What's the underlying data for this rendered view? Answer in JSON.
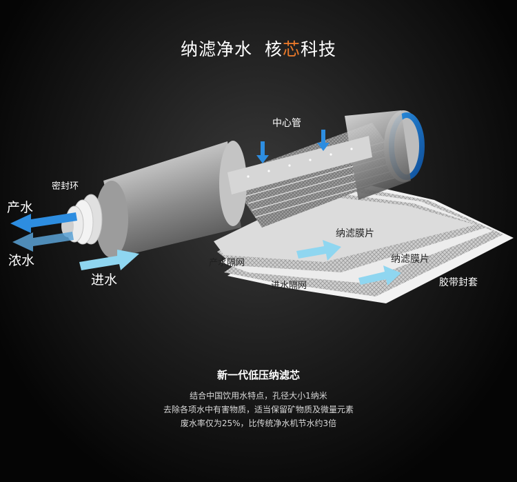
{
  "title": {
    "part1": "纳滤净水  核",
    "accent": "芯",
    "part2": "科技"
  },
  "colors": {
    "accent": "#e8782a",
    "arrow_blue": "#2d8de0",
    "arrow_light": "#8fd6f0"
  },
  "labels": {
    "center_tube": "中心管",
    "seal_ring": "密封环",
    "product_water": "产水",
    "concentrate_water": "浓水",
    "feed_water": "进水",
    "product_spacer": "产水隔网",
    "feed_spacer": "进水隔网",
    "membrane_1": "纳滤膜片",
    "membrane_2": "纳滤膜片",
    "tape_sleeve": "胶带封套"
  },
  "caption": {
    "heading": "新一代低压纳滤芯",
    "lines": [
      "结合中国饮用水特点，孔径大小1纳米",
      "去除各项水中有害物质，适当保留矿物质及微量元素",
      "废水率仅为25%，比传统净水机节水约3倍"
    ]
  }
}
